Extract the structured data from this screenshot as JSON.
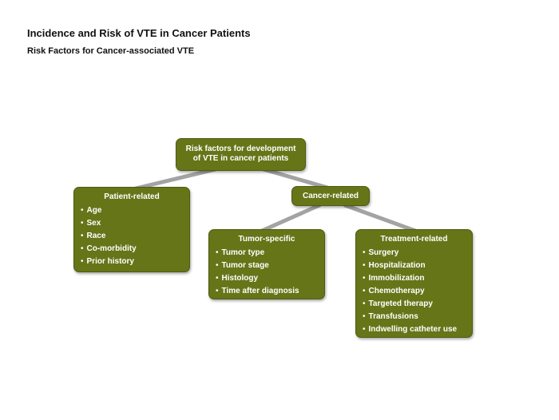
{
  "header": {
    "title": "Incidence and Risk of VTE in Cancer Patients",
    "subtitle": "Risk Factors for Cancer-associated VTE"
  },
  "diagram": {
    "root": {
      "label_line1": "Risk factors for development",
      "label_line2": "of VTE in cancer patients"
    },
    "patient_related": {
      "title": "Patient-related",
      "items": [
        "Age",
        "Sex",
        "Race",
        "Co-morbidity",
        "Prior history"
      ]
    },
    "cancer_related": {
      "title": "Cancer-related"
    },
    "tumor_specific": {
      "title": "Tumor-specific",
      "items": [
        "Tumor type",
        "Tumor stage",
        "Histology",
        "Time after diagnosis"
      ]
    },
    "treatment_related": {
      "title": "Treatment-related",
      "items": [
        "Surgery",
        "Hospitalization",
        "Immobilization",
        "Chemotherapy",
        "Targeted therapy",
        "Transfusions",
        "Indwelling catheter use"
      ]
    }
  },
  "colors": {
    "node_fill": "#667518",
    "connector": "#a3a3a3"
  }
}
